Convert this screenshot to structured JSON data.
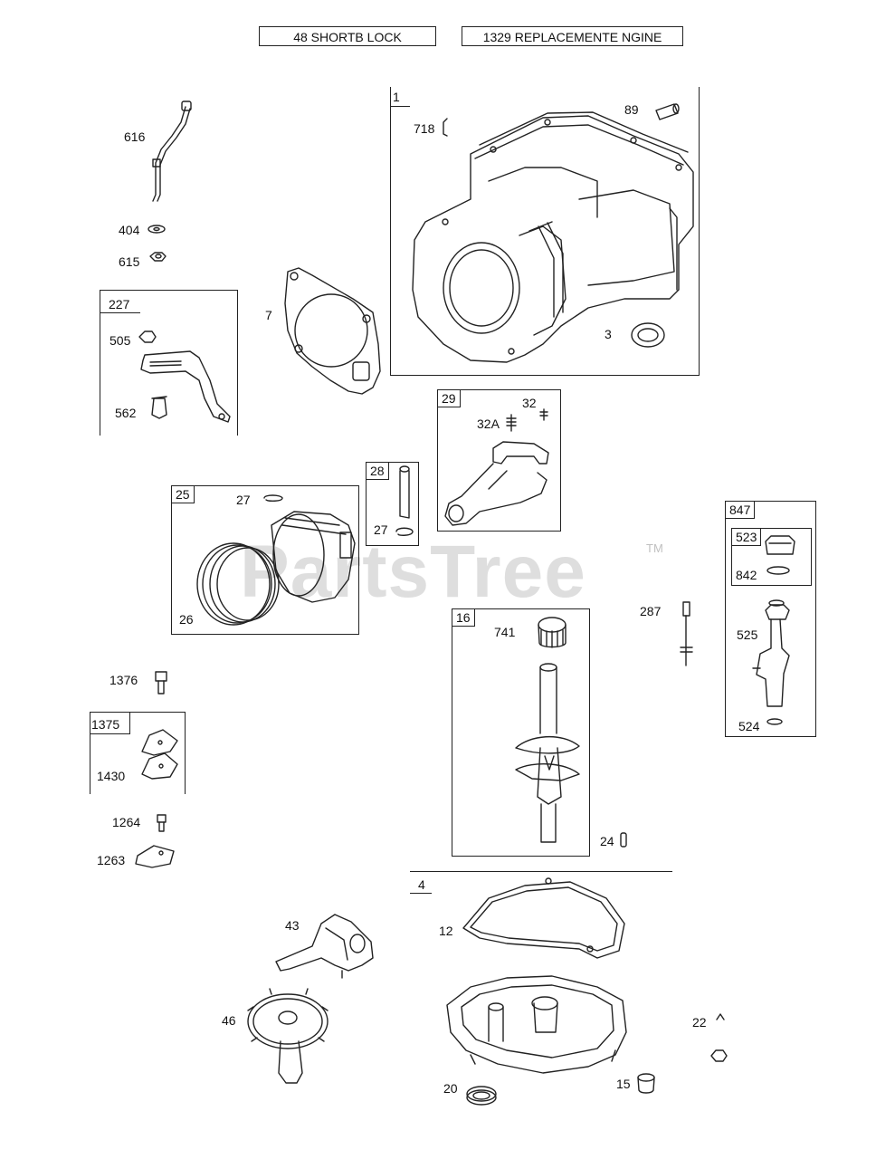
{
  "header": {
    "left": "48 SHORTB LOCK",
    "right": "1329 REPLACEMENTE NGINE"
  },
  "watermark": {
    "text": "PartsTree",
    "tm": "TM"
  },
  "boxes": {
    "b1": "1",
    "b227": "227",
    "b25": "25",
    "b28": "28",
    "b29": "29",
    "b16": "16",
    "b847": "847",
    "b523": "523",
    "b1375": "1375",
    "b4": "4"
  },
  "labels": {
    "p616": "616",
    "p404": "404",
    "p615": "615",
    "p505": "505",
    "p562": "562",
    "p7": "7",
    "p718": "718",
    "p89": "89",
    "p3": "3",
    "p32a": "32A",
    "p32": "32",
    "p27a": "27",
    "p27b": "27",
    "p26": "26",
    "p741": "741",
    "p287": "287",
    "p842": "842",
    "p525": "525",
    "p524": "524",
    "p1376": "1376",
    "p1430": "1430",
    "p1264": "1264",
    "p1263": "1263",
    "p24": "24",
    "p12": "12",
    "p43": "43",
    "p46": "46",
    "p22": "22",
    "p20": "20",
    "p15": "15"
  },
  "colors": {
    "line": "#222222",
    "watermark": "#a0a0a0"
  }
}
